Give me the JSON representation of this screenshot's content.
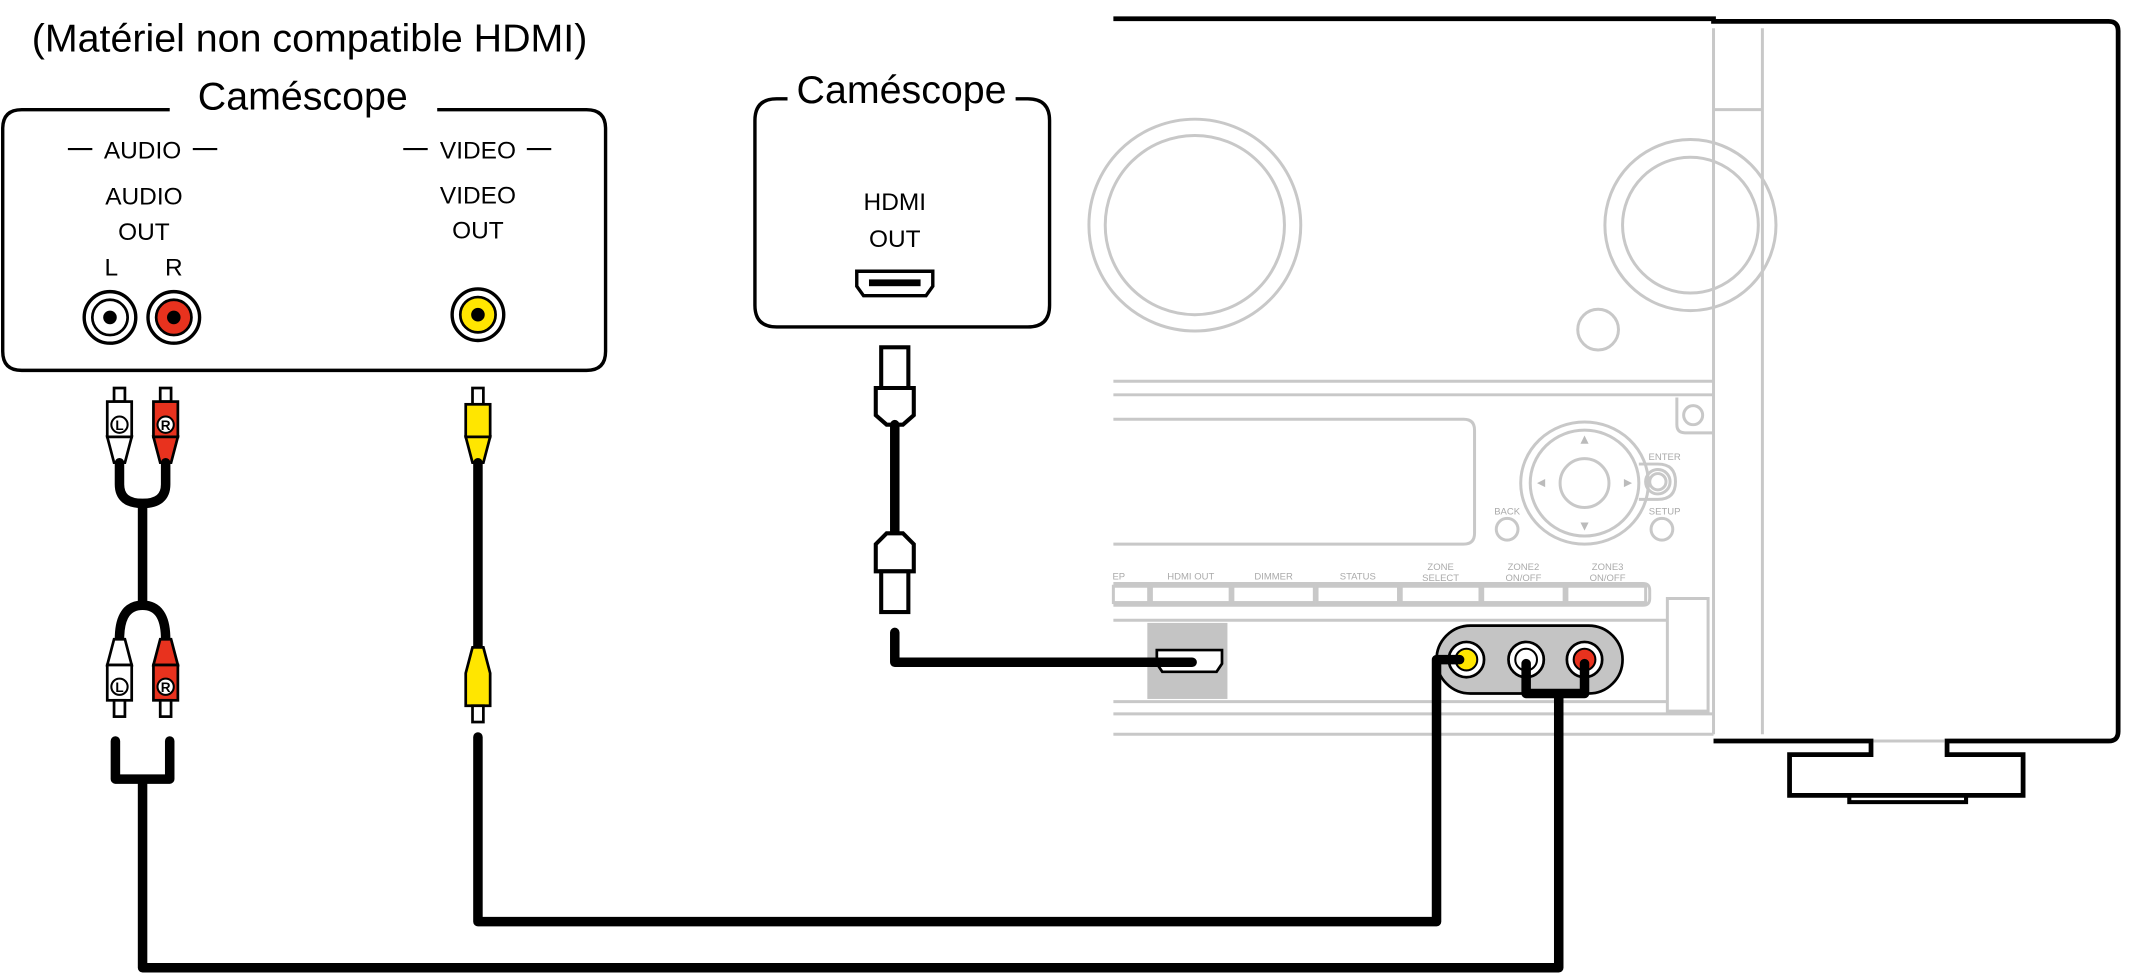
{
  "left_device": {
    "note": "(Matériel non compatible HDMI)",
    "title": "Caméscope",
    "audio_group": "AUDIO",
    "audio_label_1": "AUDIO",
    "audio_label_2": "OUT",
    "left": "L",
    "right": "R",
    "video_group": "VIDEO",
    "video_label_1": "VIDEO",
    "video_label_2": "OUT"
  },
  "middle_device": {
    "title": "Caméscope",
    "hdmi_label_1": "HDMI",
    "hdmi_label_2": "OUT"
  },
  "plugs": {
    "left": "L",
    "right": "R"
  },
  "receiver": {
    "buttons": [
      "EP",
      "HDMI OUT",
      "DIMMER",
      "STATUS",
      "ZONE",
      "SELECT",
      "ZONE2",
      "ON/OFF",
      "ZONE3",
      "ON/OFF"
    ],
    "back": "BACK",
    "enter": "ENTER",
    "setup": "SETUP"
  },
  "colors": {
    "red": "#e8321e",
    "yellow": "#ffe600",
    "gray_panel": "#c4c4c4"
  }
}
